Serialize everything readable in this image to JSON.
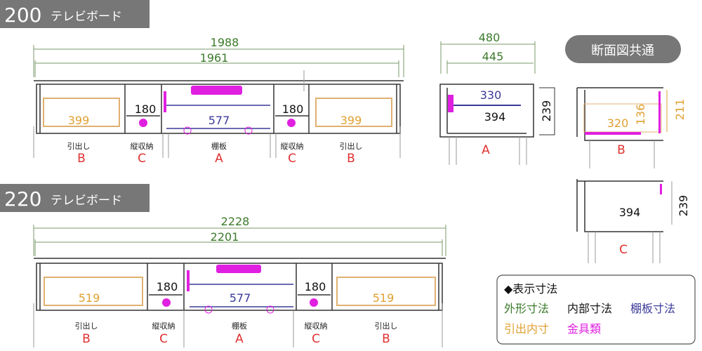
{
  "colors": {
    "outer": "#3a7a2a",
    "inner": "#111111",
    "shelf": "#3a3a9a",
    "drawer": "#e0a030",
    "hardware": "#e020e0",
    "label": "#e03030",
    "badge": "#777777"
  },
  "board200": {
    "title_num": "200",
    "title_suffix": "テレビボード",
    "outer_w": "1988",
    "inner_w": "1961",
    "drawer_w": "399",
    "storage_w": "180",
    "shelf_w": "577",
    "parts": [
      {
        "name": "引出し",
        "code": "B"
      },
      {
        "name": "縦収納",
        "code": "C"
      },
      {
        "name": "棚板",
        "code": "A"
      },
      {
        "name": "縦収納",
        "code": "C"
      },
      {
        "name": "引出し",
        "code": "B"
      }
    ]
  },
  "board220": {
    "title_num": "220",
    "title_suffix": "テレビボード",
    "outer_w": "2228",
    "inner_w": "2201",
    "drawer_w": "519",
    "storage_w": "180",
    "shelf_w": "577",
    "parts": [
      {
        "name": "引出し",
        "code": "B"
      },
      {
        "name": "縦収納",
        "code": "C"
      },
      {
        "name": "棚板",
        "code": "A"
      },
      {
        "name": "縦収納",
        "code": "C"
      },
      {
        "name": "引出し",
        "code": "B"
      }
    ]
  },
  "section": {
    "badge": "断面図共通",
    "outer_d": "480",
    "inner_d": "445",
    "A": {
      "shelf_d": "330",
      "inner_d": "394",
      "height": "239",
      "code": "A"
    },
    "B": {
      "drawer_d": "320",
      "drawer_h": "136",
      "front_h": "211",
      "code": "B"
    },
    "C": {
      "inner_d": "394",
      "height": "239",
      "code": "C"
    }
  },
  "legend": {
    "title": "◆表示寸法",
    "items": [
      "外形寸法",
      "内部寸法",
      "棚板寸法",
      "引出内寸",
      "金具類"
    ]
  }
}
